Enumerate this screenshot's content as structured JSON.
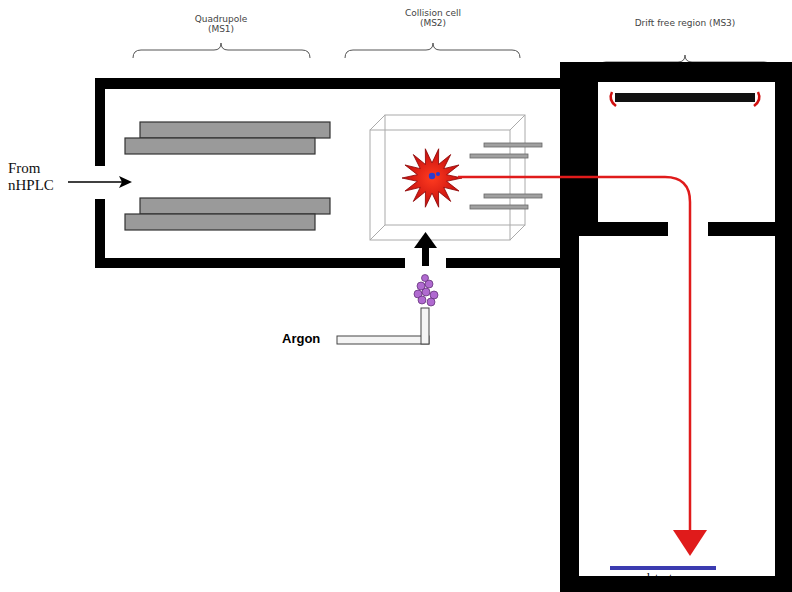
{
  "diagram": {
    "labels": [
      "Quadrupole (MS1)",
      "Collision cell (MS2)",
      "Drift free region (MS3)",
      "From nHPLC",
      "Argon",
      "detector"
    ]
  }
}
